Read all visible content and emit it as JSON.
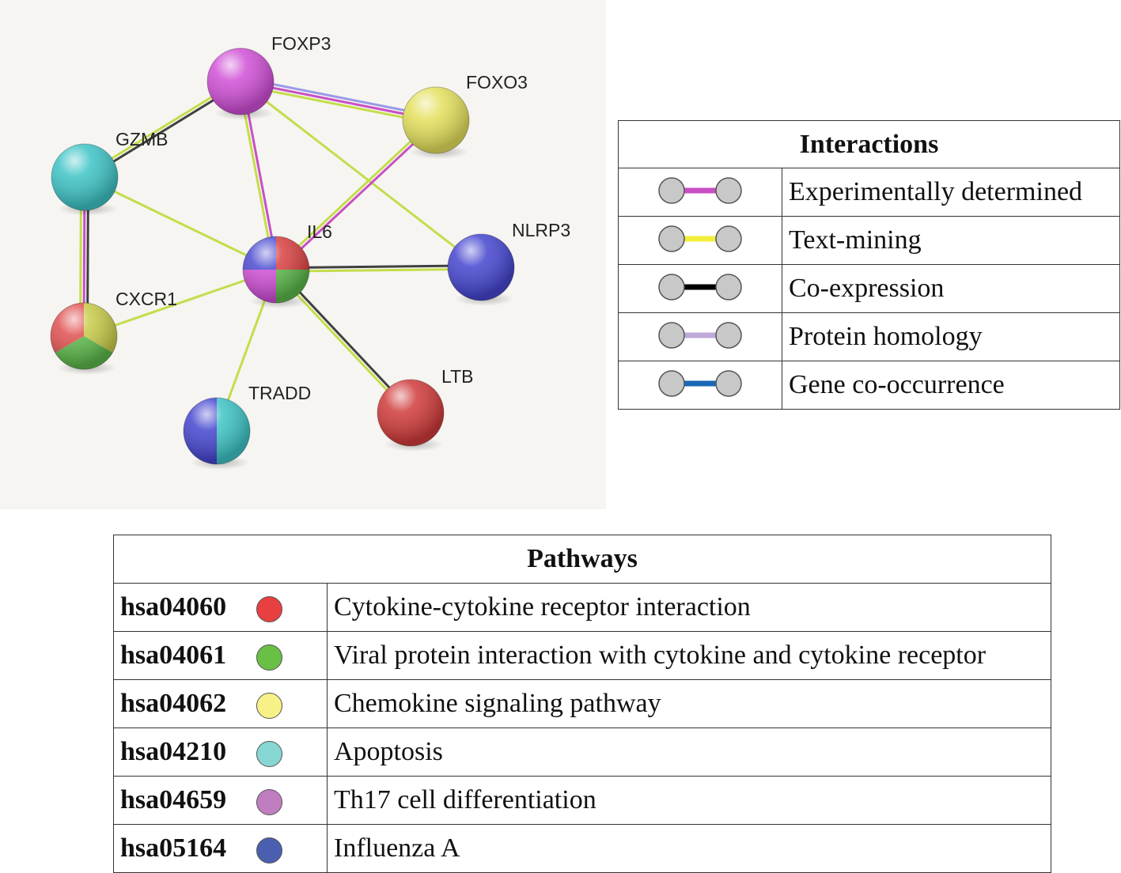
{
  "network": {
    "nodes": [
      {
        "id": "FOXP3",
        "label": "FOXP3",
        "colors": [
          "#d04fd6"
        ]
      },
      {
        "id": "FOXO3",
        "label": "FOXO3",
        "colors": [
          "#e4e05c"
        ]
      },
      {
        "id": "GZMB",
        "label": "GZMB",
        "colors": [
          "#3ec4c6"
        ]
      },
      {
        "id": "IL6",
        "label": "IL6",
        "colors": [
          "#d94040",
          "#5cb84a",
          "#d04fd6",
          "#4b4bd0"
        ]
      },
      {
        "id": "NLRP3",
        "label": "NLRP3",
        "colors": [
          "#4545d0"
        ]
      },
      {
        "id": "CXCR1",
        "label": "CXCR1",
        "colors": [
          "#c8cc48",
          "#5cb84a",
          "#e05050"
        ]
      },
      {
        "id": "TRADD",
        "label": "TRADD",
        "colors": [
          "#3ec4c6",
          "#4545d0"
        ]
      },
      {
        "id": "LTB",
        "label": "LTB",
        "colors": [
          "#d03a3a"
        ]
      }
    ],
    "edges": [
      {
        "from": "FOXP3",
        "to": "FOXO3",
        "types": [
          "homology",
          "experimental",
          "textmining"
        ]
      },
      {
        "from": "FOXP3",
        "to": "GZMB",
        "types": [
          "coexpression",
          "textmining"
        ]
      },
      {
        "from": "FOXP3",
        "to": "IL6",
        "types": [
          "experimental",
          "textmining"
        ]
      },
      {
        "from": "FOXP3",
        "to": "NLRP3",
        "types": [
          "textmining"
        ]
      },
      {
        "from": "FOXO3",
        "to": "IL6",
        "types": [
          "experimental",
          "textmining"
        ]
      },
      {
        "from": "GZMB",
        "to": "IL6",
        "types": [
          "textmining"
        ]
      },
      {
        "from": "GZMB",
        "to": "CXCR1",
        "types": [
          "coexpression",
          "experimental",
          "textmining"
        ]
      },
      {
        "from": "IL6",
        "to": "NLRP3",
        "types": [
          "coexpression",
          "textmining"
        ]
      },
      {
        "from": "IL6",
        "to": "CXCR1",
        "types": [
          "textmining"
        ]
      },
      {
        "from": "IL6",
        "to": "TRADD",
        "types": [
          "textmining"
        ]
      },
      {
        "from": "IL6",
        "to": "LTB",
        "types": [
          "coexpression",
          "textmining"
        ]
      }
    ]
  },
  "interactions": {
    "title": "Interactions",
    "items": [
      {
        "label": "Experimentally determined",
        "color": "#c94fc4"
      },
      {
        "label": "Text-mining",
        "color": "#f1ef3c"
      },
      {
        "label": "Co-expression",
        "color": "#000000"
      },
      {
        "label": "Protein homology",
        "color": "#bfa9d8"
      },
      {
        "label": "Gene co-occurrence",
        "color": "#1a67b5"
      }
    ]
  },
  "pathways": {
    "title": "Pathways",
    "rows": [
      {
        "id": "hsa04060",
        "color": "#e84040",
        "description": "Cytokine-cytokine receptor interaction"
      },
      {
        "id": "hsa04061",
        "color": "#6abf45",
        "description": "Viral protein interaction with cytokine and cytokine receptor"
      },
      {
        "id": "hsa04062",
        "color": "#f7f187",
        "description": "Chemokine signaling pathway"
      },
      {
        "id": "hsa04210",
        "color": "#86d6d4",
        "description": "Apoptosis"
      },
      {
        "id": "hsa04659",
        "color": "#c07dc0",
        "description": "Th17 cell differentiation"
      },
      {
        "id": "hsa05164",
        "color": "#4b5fb0",
        "description": "Influenza A"
      }
    ]
  }
}
